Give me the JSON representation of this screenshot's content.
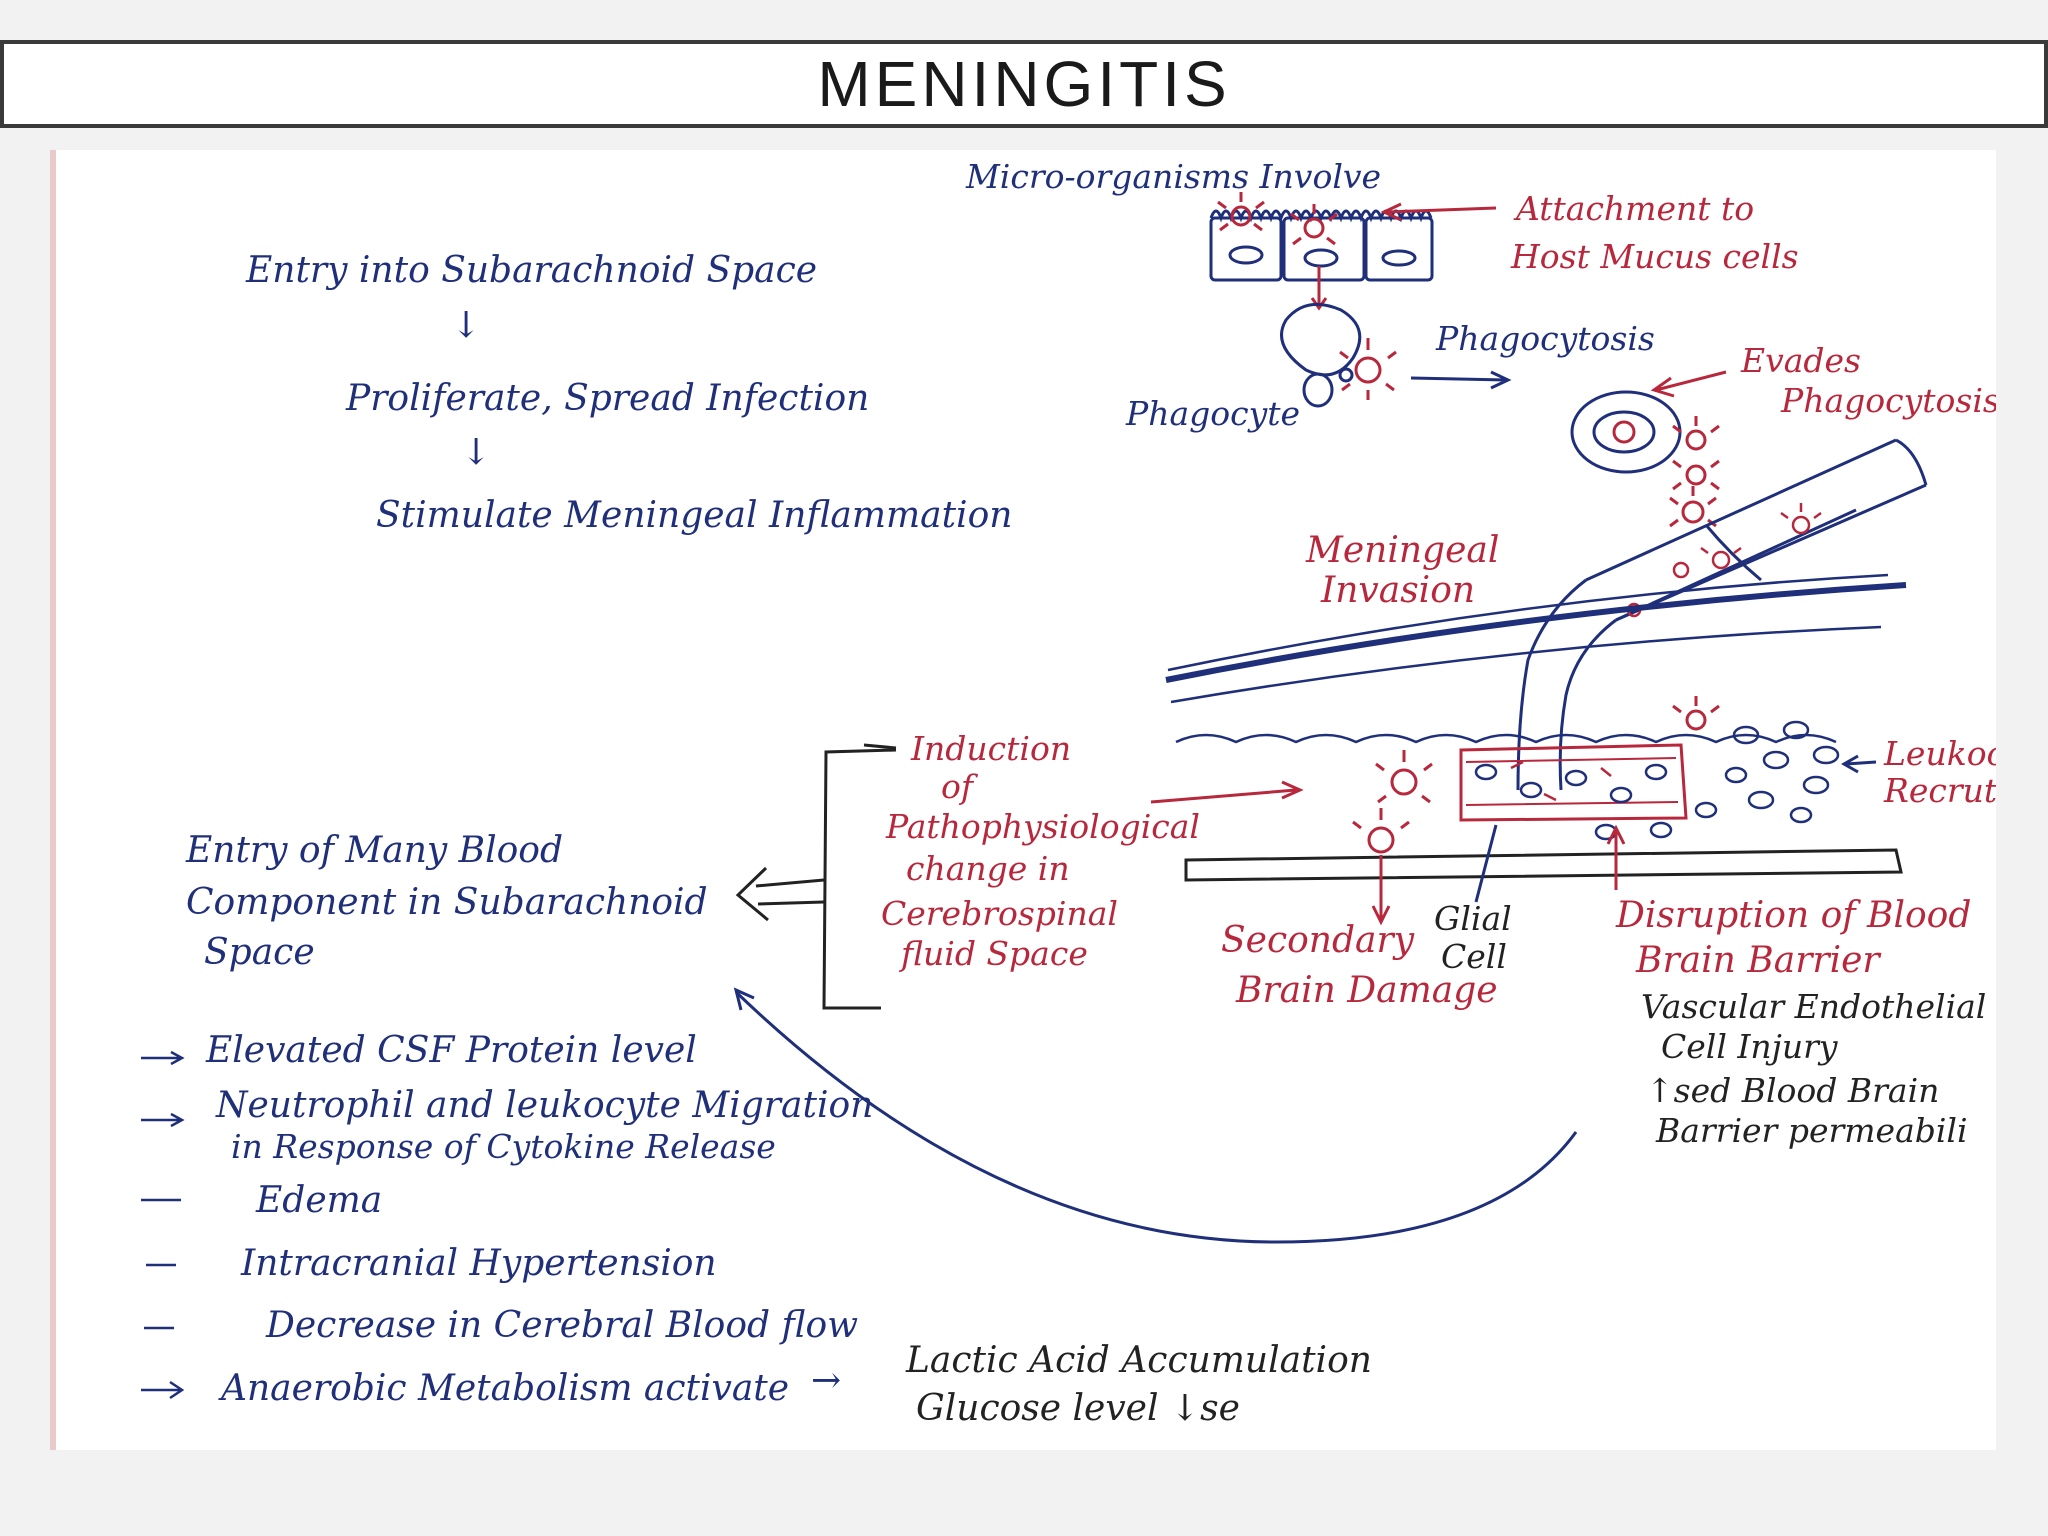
{
  "title": "MENINGITIS",
  "flow": {
    "entry": "Entry into Subarachnoid Space",
    "arrow1": "↓",
    "proliferate": "Proliferate, Spread Infection",
    "arrow2": "↓",
    "stimulate": "Stimulate Meningeal Inflammation"
  },
  "top": {
    "micro": "Micro-organisms Involve",
    "attachment_1": "Attachment to",
    "attachment_2": "Host Mucus cells",
    "phagocytosis": "Phagocytosis",
    "phagocyte": "Phagocyte",
    "evades_1": "Evades",
    "evades_2": "Phagocytosis"
  },
  "diagram": {
    "invasion_1": "Meningeal",
    "invasion_2": "Invasion",
    "leukocyte_1": "Leukocy",
    "leukocyte_2": "Recrutm",
    "glial_1": "Glial",
    "glial_2": "Cell",
    "secondary_1": "Secondary",
    "secondary_2": "Brain Damage",
    "disruption_1": "Disruption of Blood",
    "disruption_2": "Brain Barrier",
    "vascular_1": "Vascular Endothelial",
    "vascular_2": "Cell Injury",
    "increased_1": "↑sed Blood Brain",
    "increased_2": "Barrier permeabili"
  },
  "induction": {
    "l1": "Induction",
    "l2": "of",
    "l3": "Pathophysiological",
    "l4": "change in",
    "l5": "Cerebrospinal",
    "l6": "fluid Space"
  },
  "entry_block": {
    "l1": "Entry of Many Blood",
    "l2": "Component in Subarachnoid",
    "l3": "Space"
  },
  "effects": {
    "e1": "Elevated CSF Protein level",
    "e2a": "Neutrophil and leukocyte Migration",
    "e2b": "in Response of Cytokine Release",
    "e3": "Edema",
    "e4": "Intracranial Hypertension",
    "e5": "Decrease in Cerebral Blood flow",
    "e6": "Anaerobic Metabolism activate",
    "arrow_right": "→",
    "lactic": "Lactic Acid Accumulation",
    "glucose": "Glucose level ↓se"
  },
  "colors": {
    "ink_blue": "#1f2f7a",
    "ink_red": "#b8283c",
    "ink_black": "#222222"
  }
}
